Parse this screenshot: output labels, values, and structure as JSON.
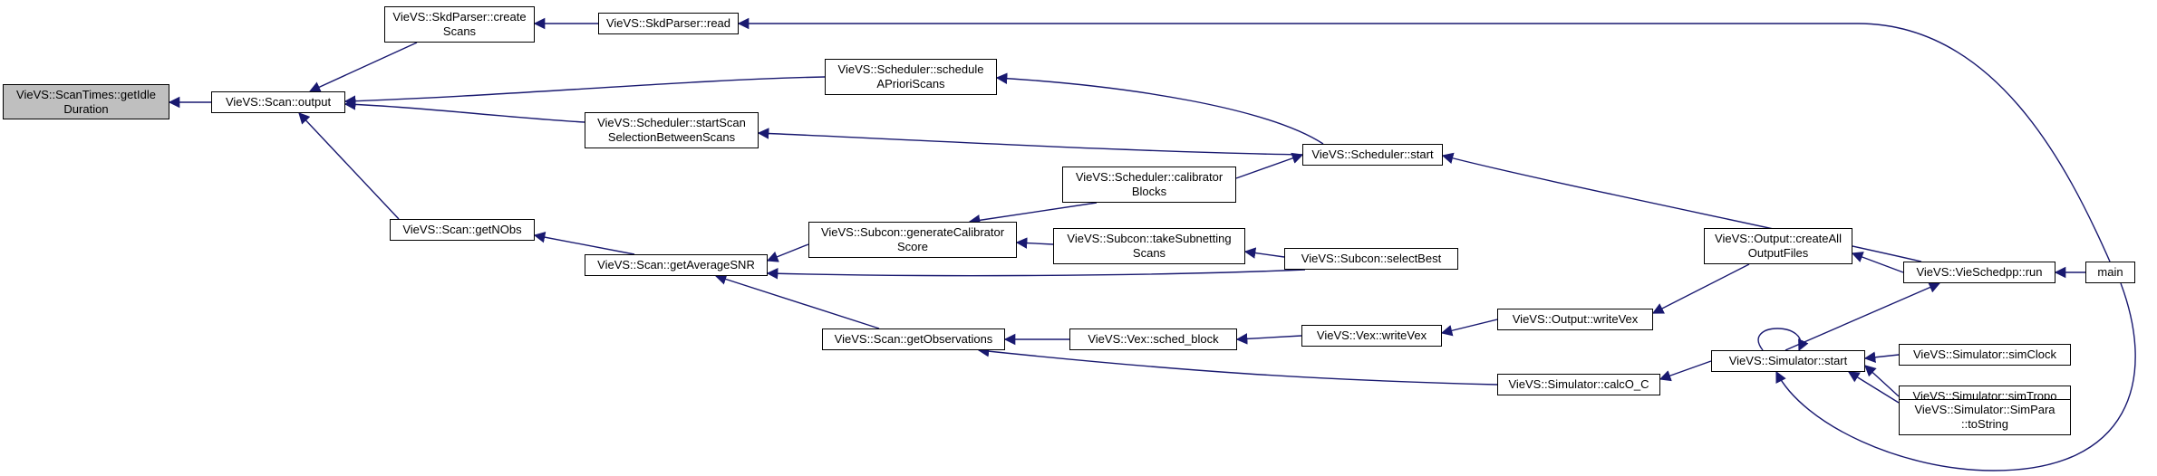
{
  "nodes": [
    {
      "id": "getidle",
      "label": "VieVS::ScanTimes::getIdle\nDuration",
      "current": true
    },
    {
      "id": "output",
      "label": "VieVS::Scan::output"
    },
    {
      "id": "create",
      "label": "VieVS::SkdParser::create\nScans"
    },
    {
      "id": "read",
      "label": "VieVS::SkdParser::read"
    },
    {
      "id": "main",
      "label": "main"
    },
    {
      "id": "schedap",
      "label": "VieVS::Scheduler::schedule\nAPrioriScans"
    },
    {
      "id": "startscan",
      "label": "VieVS::Scheduler::startScan\nSelectionBetweenScans"
    },
    {
      "id": "schedstart",
      "label": "VieVS::Scheduler::start"
    },
    {
      "id": "getnobs",
      "label": "VieVS::Scan::getNObs"
    },
    {
      "id": "getavg",
      "label": "VieVS::Scan::getAverageSNR"
    },
    {
      "id": "gencal",
      "label": "VieVS::Subcon::generateCalibrator\nScore"
    },
    {
      "id": "calib",
      "label": "VieVS::Scheduler::calibrator\nBlocks"
    },
    {
      "id": "takesub",
      "label": "VieVS::Subcon::takeSubnetting\nScans"
    },
    {
      "id": "selbest",
      "label": "VieVS::Subcon::selectBest"
    },
    {
      "id": "vierun",
      "label": "VieVS::VieSchedpp::run"
    },
    {
      "id": "getobs",
      "label": "VieVS::Scan::getObservations"
    },
    {
      "id": "sched",
      "label": "VieVS::Vex::sched_block"
    },
    {
      "id": "writevex",
      "label": "VieVS::Vex::writeVex"
    },
    {
      "id": "outvex",
      "label": "VieVS::Output::writeVex"
    },
    {
      "id": "createall",
      "label": "VieVS::Output::createAll\nOutputFiles"
    },
    {
      "id": "simstart",
      "label": "VieVS::Simulator::start"
    },
    {
      "id": "calco",
      "label": "VieVS::Simulator::calcO_C"
    },
    {
      "id": "simclock",
      "label": "VieVS::Simulator::simClock"
    },
    {
      "id": "simtropo",
      "label": "VieVS::Simulator::simTropo"
    },
    {
      "id": "simpara",
      "label": "VieVS::Simulator::SimPara\n::toString"
    }
  ],
  "edges": [
    {
      "from": "output",
      "to": "getidle"
    },
    {
      "from": "create",
      "to": "output"
    },
    {
      "from": "schedap",
      "to": "output"
    },
    {
      "from": "startscan",
      "to": "output"
    },
    {
      "from": "getnobs",
      "to": "output"
    },
    {
      "from": "read",
      "to": "create"
    },
    {
      "from": "main",
      "to": "read"
    },
    {
      "from": "schedstart",
      "to": "schedap"
    },
    {
      "from": "schedstart",
      "to": "startscan"
    },
    {
      "from": "vierun",
      "to": "schedstart"
    },
    {
      "from": "calib",
      "to": "schedstart"
    },
    {
      "from": "getavg",
      "to": "getnobs"
    },
    {
      "from": "gencal",
      "to": "getavg"
    },
    {
      "from": "selbest",
      "to": "getavg"
    },
    {
      "from": "getobs",
      "to": "getavg"
    },
    {
      "from": "calib",
      "to": "gencal"
    },
    {
      "from": "takesub",
      "to": "gencal"
    },
    {
      "from": "selbest",
      "to": "takesub"
    },
    {
      "from": "sched",
      "to": "getobs"
    },
    {
      "from": "calco",
      "to": "getobs"
    },
    {
      "from": "writevex",
      "to": "sched"
    },
    {
      "from": "outvex",
      "to": "writevex"
    },
    {
      "from": "createall",
      "to": "outvex"
    },
    {
      "from": "vierun",
      "to": "createall"
    },
    {
      "from": "main",
      "to": "vierun"
    },
    {
      "from": "simstart",
      "to": "calco"
    },
    {
      "from": "simstart",
      "to": "simstart"
    },
    {
      "from": "simstart",
      "to": "vierun"
    },
    {
      "from": "simclock",
      "to": "simstart"
    },
    {
      "from": "simtropo",
      "to": "simstart"
    },
    {
      "from": "simpara",
      "to": "simstart"
    },
    {
      "from": "main",
      "to": "simstart"
    }
  ]
}
